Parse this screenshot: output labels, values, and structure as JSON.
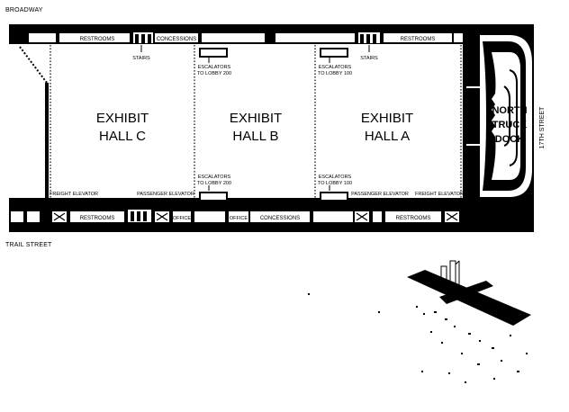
{
  "streets": {
    "top": "BROADWAY",
    "bottom": "TRAIL STREET",
    "right": "17TH STREET"
  },
  "halls": [
    {
      "id": "c",
      "line1": "EXHIBIT",
      "line2": "HALL C"
    },
    {
      "id": "b",
      "line1": "EXHIBIT",
      "line2": "HALL B"
    },
    {
      "id": "a",
      "line1": "EXHIBIT",
      "line2": "HALL A"
    }
  ],
  "dock": {
    "line1": "NORTH",
    "line2": "TRUCK",
    "line3": "DOCK"
  },
  "labels": {
    "restrooms": "RESTROOMS",
    "concessions": "CONCESSIONS",
    "stairs": "STAIRS",
    "freight_elevator": "FREIGHT ELEVATOR",
    "passenger_elevator": "PASSENGER ELEVATOR",
    "office": "OFFICE",
    "escalators_line1": "ESCALATORS",
    "esc_lobby_200": "TO LOBBY 200",
    "esc_lobby_100": "TO LOBBY 100"
  },
  "colors": {
    "ink": "#000000",
    "paper": "#ffffff"
  }
}
